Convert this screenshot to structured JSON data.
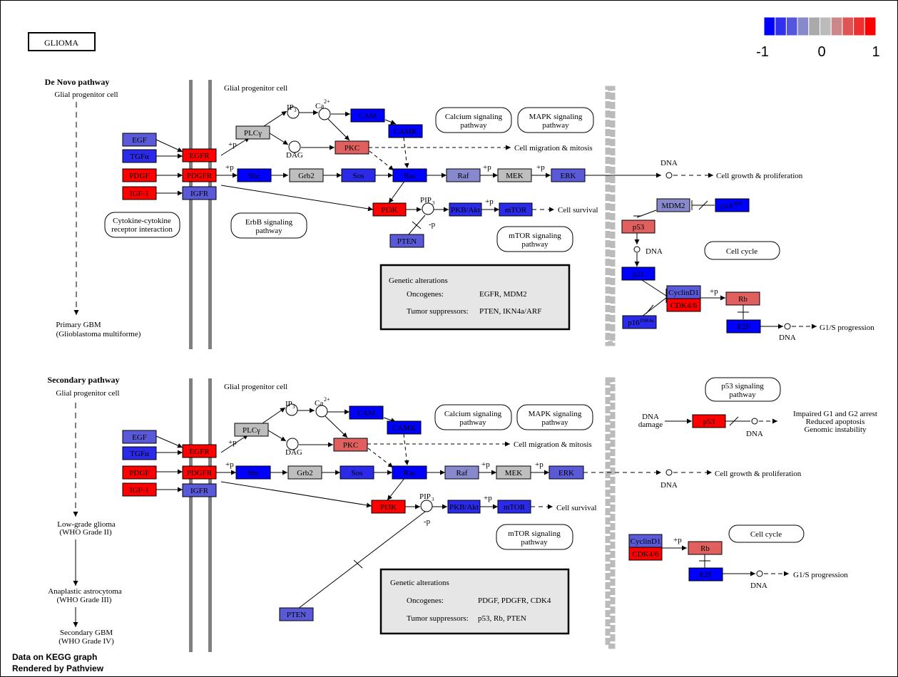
{
  "title": "GLIOMA",
  "legend": {
    "colors": [
      "#0000ff",
      "#3030ee",
      "#5555dd",
      "#8888cc",
      "#aaaaaa",
      "#bbbbbb",
      "#cc8888",
      "#dd5555",
      "#ee3030",
      "#ff0000"
    ],
    "labels": [
      "-1",
      "0",
      "1"
    ]
  },
  "colors": {
    "red": "#ff0000",
    "salmon": "#e06060",
    "blue": "#0000ff",
    "blue2": "#2a2ae8",
    "blue3": "#5a5ad8",
    "lavender": "#8888cc",
    "gray": "#bebebe"
  },
  "footer": {
    "line1": "Data on KEGG graph",
    "line2": "Rendered by Pathview"
  },
  "denovo": {
    "title": "De Novo pathway",
    "cell": "Glial progenitor cell",
    "outcome1": "Primary GBM",
    "outcome2": "(Glioblastoma multiforme)",
    "membrane_cell": "Glial progenitor cell",
    "genes": {
      "egf": "EGF",
      "tgfa": "TGFα",
      "pdgf": "PDGF",
      "igf1": "IGF-1",
      "egfr": "EGFR",
      "pdgfr": "PDGFR",
      "igfr": "IGFR",
      "plcy": "PLCγ",
      "cam": "CAM",
      "camk": "CAMK",
      "pkc": "PKC",
      "shc": "Shc",
      "grb2": "Grb2",
      "sos": "Sos",
      "ras": "Ras",
      "raf": "Raf",
      "mek": "MEK",
      "erk": "ERK",
      "pi3k": "PI3K",
      "pkb": "PKB/Akt",
      "mtor": "mTOR",
      "pten": "PTEN",
      "mdm2": "MDM2",
      "p14": "p14",
      "p14sup": "ARF",
      "p53": "p53",
      "p21": "p21",
      "cyclind1": "CyclinD1",
      "cdk46": "CDK4/6",
      "rb": "Rb",
      "p16": "p16",
      "p16sup": "INK4a",
      "e2f": "E2F"
    },
    "labels": {
      "ip3": "IP",
      "ip3sub": "3",
      "ca": "Ca",
      "casup": "2+",
      "dag": "DAG",
      "pip3": "PIP",
      "pip3sub": "3",
      "minusp": "-p",
      "cell_migration": "Cell migration & mitosis",
      "cell_survival": "Cell survival",
      "cell_growth": "Cell growth & proliferation",
      "dna1": "DNA",
      "dna2": "DNA",
      "dna3": "DNA",
      "g1s": "G1/S progression"
    },
    "boxes": {
      "cytokine1": "Cytokine-cytokine",
      "cytokine2": "receptor interaction",
      "erbb1": "ErbB signaling",
      "erbb2": "pathway",
      "calcium1": "Calcium signaling",
      "calcium2": "pathway",
      "mapk1": "MAPK signaling",
      "mapk2": "pathway",
      "mtor1": "mTOR signaling",
      "mtor2": "pathway",
      "cellcycle": "Cell cycle"
    },
    "alterations": {
      "title": "Genetic alterations",
      "onc_label": "Oncogenes:",
      "onc_value": "EGFR, MDM2",
      "sup_label": "Tumor suppressors:",
      "sup_value": "PTEN, IKN4a/ARF"
    }
  },
  "secondary": {
    "title": "Secondary pathway",
    "cell": "Glial progenitor cell",
    "stage1a": "Low-grade glioma",
    "stage1b": "(WHO Grade II)",
    "stage2a": "Anaplastic astrocytoma",
    "stage2b": "(WHO Grade III)",
    "stage3a": "Secondary GBM",
    "stage3b": "(WHO Grade IV)",
    "membrane_cell": "Glial progenitor cell",
    "genes": {
      "egf": "EGF",
      "tgfa": "TGFα",
      "pdgf": "PDGF",
      "igf1": "IGF-1",
      "egfr": "EGFR",
      "pdgfr": "PDGFR",
      "igfr": "IGFR",
      "plcy": "PLCγ",
      "cam": "CAM",
      "camk": "CAMK",
      "pkc": "PKC",
      "shc": "Shc",
      "grb2": "Grb2",
      "sos": "Sos",
      "ras": "Ras",
      "raf": "Raf",
      "mek": "MEK",
      "erk": "ERK",
      "pi3k": "PI3K",
      "pkb": "PKB/Akt",
      "mtor": "mTOR",
      "pten": "PTEN",
      "p53": "p53",
      "cyclind1": "CyclinD1",
      "cdk46": "CDK4/6",
      "rb": "Rb",
      "e2f": "E2F"
    },
    "labels": {
      "ip3": "IP",
      "ip3sub": "3",
      "ca": "Ca",
      "casup": "2+",
      "dag": "DAG",
      "pip3": "PIP",
      "pip3sub": "3",
      "minusp": "-p",
      "cell_migration": "Cell migration & mitosis",
      "cell_survival": "Cell survival",
      "cell_growth": "Cell growth & proliferation",
      "dna_damage1": "DNA",
      "dna_damage2": "damage",
      "dna1": "DNA",
      "dna2": "DNA",
      "dna3": "DNA",
      "impaired1": "Impaired G1 and G2 arrest",
      "impaired2": "Reduced apoptosis",
      "impaired3": "Genomic instability",
      "g1s": "G1/S progression"
    },
    "boxes": {
      "calcium1": "Calcium signaling",
      "calcium2": "pathway",
      "mapk1": "MAPK signaling",
      "mapk2": "pathway",
      "mtor1": "mTOR signaling",
      "mtor2": "pathway",
      "p53sig1": "p53 signaling",
      "p53sig2": "pathway",
      "cellcycle": "Cell cycle"
    },
    "alterations": {
      "title": "Genetic alterations",
      "onc_label": "Oncogenes:",
      "onc_value": "PDGF, PDGFR, CDK4",
      "sup_label": "Tumor suppressors:",
      "sup_value": "p53, Rb, PTEN"
    }
  }
}
